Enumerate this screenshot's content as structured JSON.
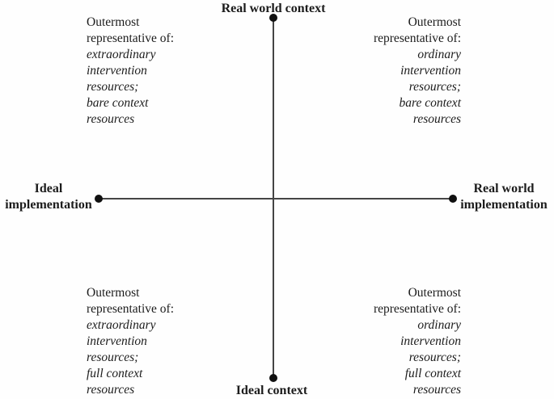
{
  "axes": {
    "top_label": "Real world context",
    "bottom_label": "Ideal context",
    "left_label_line1": "Ideal",
    "left_label_line2": "implementation",
    "right_label_line1": "Real world",
    "right_label_line2": "implementation"
  },
  "quadrants": {
    "top_left": {
      "lines": [
        "Outermost",
        "representative of:",
        "extraordinary",
        "intervention",
        "resources;",
        "bare context",
        "resources"
      ]
    },
    "top_right": {
      "lines": [
        "Outermost",
        "representative of:",
        "ordinary",
        "intervention",
        "resources;",
        "bare context",
        "resources"
      ]
    },
    "bottom_left": {
      "lines": [
        "Outermost",
        "representative of:",
        "extraordinary",
        "intervention",
        "resources;",
        "full context",
        "resources"
      ]
    },
    "bottom_right": {
      "lines": [
        "Outermost",
        "representative of:",
        "ordinary",
        "intervention",
        "resources;",
        "full context",
        "resources"
      ]
    }
  },
  "colors": {
    "background": "#fefefe",
    "text": "#1c1c1c",
    "axis_line": "#454545",
    "dot": "#101010"
  }
}
